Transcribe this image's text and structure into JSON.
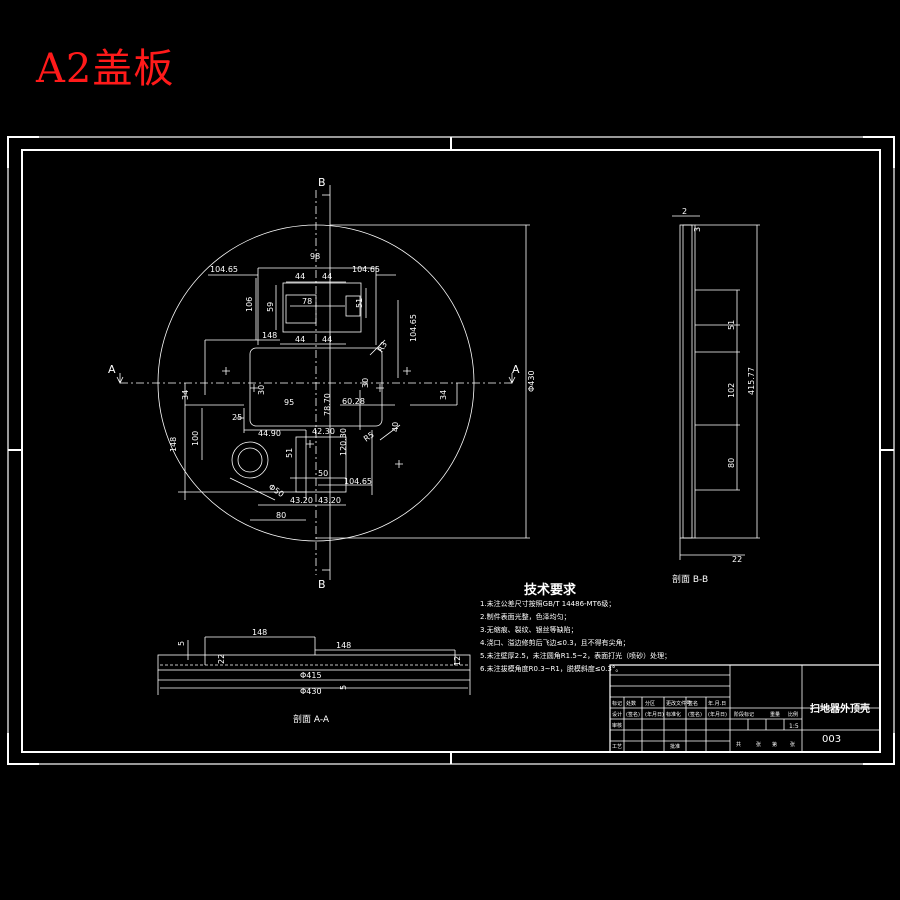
{
  "title": "A2盖板",
  "section_labels": {
    "b_top": "B",
    "b_bottom": "B",
    "a_left": "A",
    "a_right": "A",
    "section_bb": "剖面 B-B",
    "section_aa": "剖面 A-A"
  },
  "dimensions_main": {
    "d_104_65_left": "104.65",
    "d_98": "98",
    "d_104_65_right": "104.65",
    "d_44_top": "44",
    "d_44_top2": "44",
    "d_106": "106",
    "d_59": "59",
    "d_78": "78",
    "d_51": "51",
    "d_148": "148",
    "d_44_mid1": "44",
    "d_44_mid2": "44",
    "d_104_65_vert": "104.65",
    "d_r3": "R3",
    "d_30_left": "30",
    "d_30_right": "30",
    "d_34_left": "34",
    "d_34_right": "34",
    "d_95": "95",
    "d_78_70": "78.70",
    "d_60_28": "60.28",
    "d_25": "25",
    "d_100": "100",
    "d_148_vert": "148",
    "d_44_90": "44.90",
    "d_42_30": "42.30",
    "d_120_30": "120.30",
    "d_r5": "R5",
    "d_40": "40",
    "d_51_low": "51",
    "d_50": "50",
    "d_104_65_low": "104.65",
    "d_phi50": "Φ50",
    "d_43_20a": "43.20",
    "d_43_20b": "43.20",
    "d_80": "80",
    "d_phi430": "Φ430"
  },
  "dimensions_bb": {
    "d_2": "2",
    "d_3": "3",
    "d_51": "51",
    "d_102": "102",
    "d_415_77": "415.77",
    "d_80": "80",
    "d_22": "22"
  },
  "dimensions_aa": {
    "d_148a": "148",
    "d_148b": "148",
    "d_5": "5",
    "d_22": "22",
    "d_415": "Φ415",
    "d_430": "Φ430",
    "d_12": "12",
    "d_5b": "5"
  },
  "tech_requirements": {
    "heading": "技术要求",
    "items": [
      "1.未注公差尺寸按照GB/T 14486-MT6级；",
      "2.制件表面光整，色泽均匀；",
      "3.无缩痕、裂纹、银丝等缺陷；",
      "4.浇口、溢边修剪后飞边≤0.3，且不得有尖角；",
      "5.未注壁厚2.5，未注圆角R1.5~2，表面打光（喷砂）处理；",
      "6.未注拔模角度R0.3~R1，脱模斜度≤0.3°。"
    ]
  },
  "title_block": {
    "part_name": "扫地器外顶壳",
    "drawing_number": "003",
    "scale": "1:5",
    "row_labels": [
      "标记",
      "处数",
      "分区",
      "更改文件号",
      "签名",
      "年.月.日"
    ],
    "row_labels2": [
      "设计",
      "(签名)",
      "(年月日)",
      "标准化",
      "(签名)",
      "(年月日)"
    ],
    "row_labels3": [
      "审核",
      "工艺",
      "批准"
    ],
    "stage_labels": [
      "阶段标记",
      "重量",
      "比例"
    ],
    "sheet_labels": [
      "共",
      "张",
      "第",
      "张"
    ]
  }
}
